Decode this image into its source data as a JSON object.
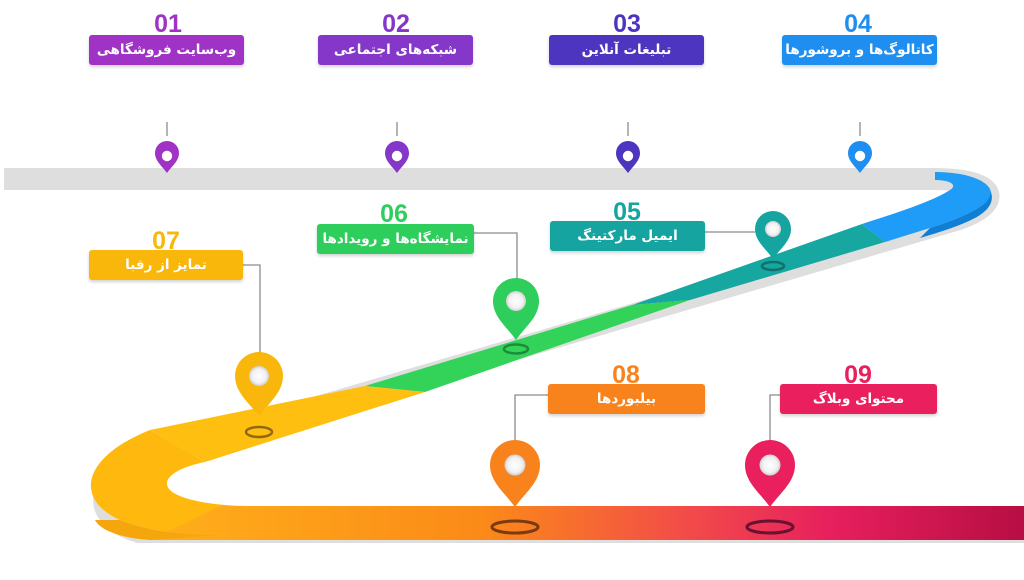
{
  "steps": [
    {
      "number": "01",
      "label": "وب‌سایت فروشگاهی",
      "color": "#a033c6"
    },
    {
      "number": "02",
      "label": "شبکه‌های اجتماعی",
      "color": "#8437c8"
    },
    {
      "number": "03",
      "label": "تبلیغات آنلاین",
      "color": "#4e35c0"
    },
    {
      "number": "04",
      "label": "کاتالوگ‌ها و بروشورها",
      "color": "#1e8ef0"
    },
    {
      "number": "05",
      "label": "ایمیل مارکتینگ",
      "color": "#15a4a0"
    },
    {
      "number": "06",
      "label": "نمایشگاه‌ها و رویدادها",
      "color": "#2dce5c"
    },
    {
      "number": "07",
      "label": "تمایز از رقبا",
      "color": "#f9b70c"
    },
    {
      "number": "08",
      "label": "بیلبوردها",
      "color": "#f8821c"
    },
    {
      "number": "09",
      "label": "محتوای وبلاگ",
      "color": "#ea1f5e"
    }
  ]
}
